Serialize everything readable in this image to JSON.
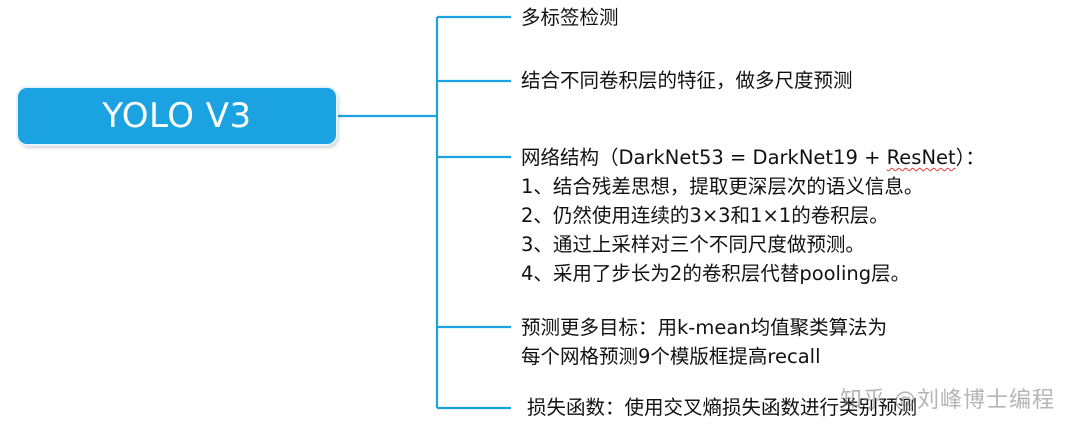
{
  "root": {
    "label": "YOLO V3"
  },
  "branches": [
    {
      "lines": [
        "多标签检测"
      ]
    },
    {
      "lines": [
        "结合不同卷积层的特征，做多尺度预测"
      ]
    },
    {
      "header_prefix": "网络结构（DarkNet53 = DarkNet19 + ",
      "header_flagged": "ResNet",
      "header_suffix": "）：",
      "lines": [
        "1、结合残差思想，提取更深层次的语义信息。",
        "2、仍然使用连续的3×3和1×1的卷积层。",
        "3、通过上采样对三个不同尺度做预测。",
        "4、采用了步长为2的卷积层代替pooling层。"
      ]
    },
    {
      "lines": [
        "预测更多目标：用k-mean均值聚类算法为",
        "每个网格预测9个模版框提高recall"
      ]
    },
    {
      "lines": [
        "损失函数：使用交叉熵损失函数进行类别预测"
      ]
    }
  ],
  "watermark": "知乎 @刘峰博士编程",
  "colors": {
    "accent": "#1aa3e0",
    "connector": "#1aa3e0"
  }
}
